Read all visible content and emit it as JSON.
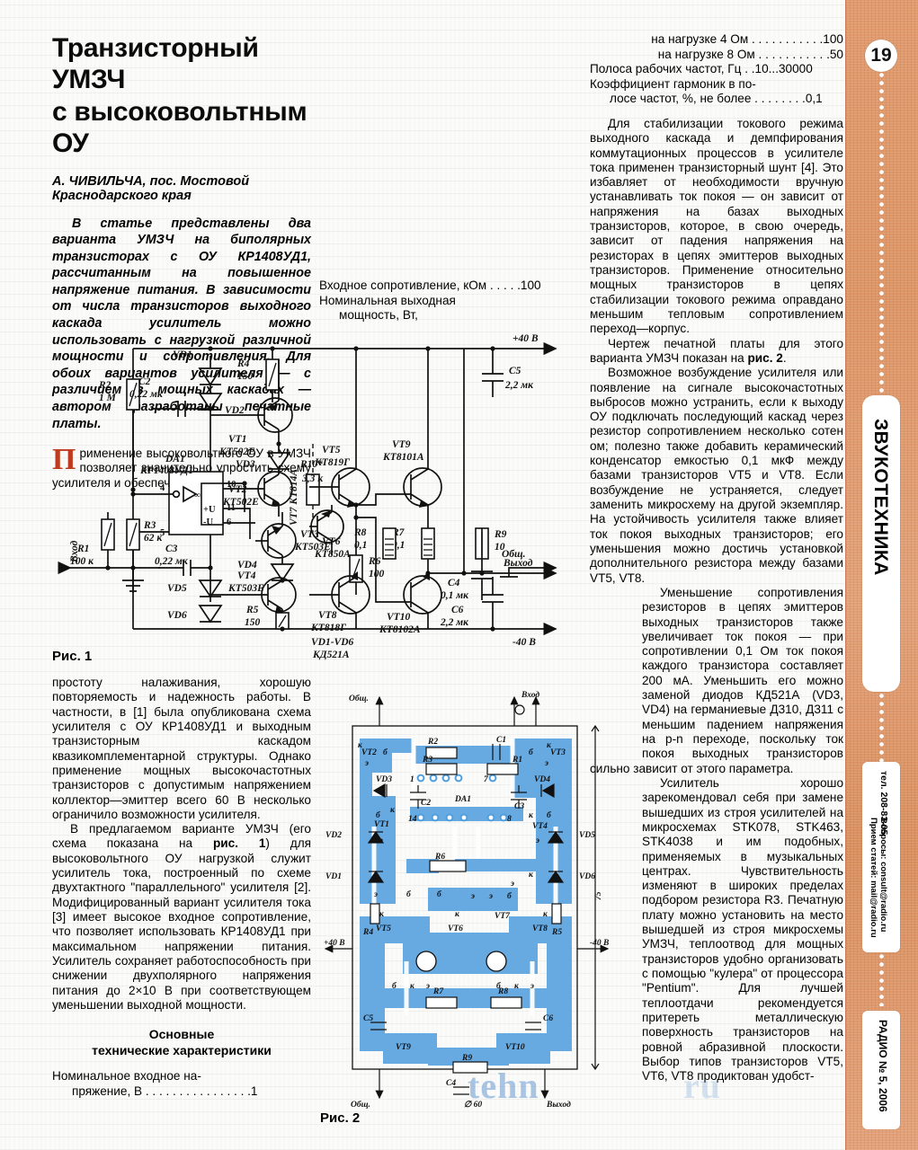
{
  "page": {
    "number": "19",
    "magazine_issue": "РАДИО № 5, 2006",
    "section": "ЗВУКОТЕХНИКА",
    "phone": "тел. 208-83-05",
    "submissions": "Прием статей: mail@radio.ru",
    "questions": "Вопросы: consult@radio.ru",
    "watermark": "tehn",
    "watermark2": "ru"
  },
  "article": {
    "title_line1": "Транзисторный УМЗЧ",
    "title_line2": "с высоковольтным ОУ",
    "byline": "А. ЧИВИЛЬЧА, пос. Мостовой Краснодарского края",
    "lead": "В статье представлены два варианта УМЗЧ на биполярных транзисторах с ОУ КР1408УД1, рассчитанным на повышенное напряжение питания. В зависимости от числа транзисторов выходного каскада усилитель можно использовать с нагрузкой различной мощности и сопротивления. Для обоих вариантов усилителя — с различием в мощных каскадах — автором разработаны печатные платы."
  },
  "left_column": {
    "dropcap": "П",
    "para1_rest": "рименение высоковольтного ОУ в УМЗЧ позволяет значительно упростить схему усилителя и обеспечить",
    "para2": "простоту налаживания, хорошую повторяемость и надежность работы. В частности, в [1] была опубликована схема усилителя с ОУ КР1408УД1 и выходным транзисторным каскадом квазикомплементарной структуры. Однако применение мощных высокочастотных транзисторов с допустимым напряжением коллектор—эмиттер всего 60 В несколько ограничило возможности усилителя.",
    "para3_a": "В предлагаемом варианте УМЗЧ (его схема показана на ",
    "para3_ref": "рис. 1",
    "para3_b": ") для высоковольтного ОУ нагрузкой служит усилитель тока, построенный по схеме двухтактного \"параллельного\" усилителя [2]. Модифицированный вариант усилителя тока [3] имеет высокое входное сопротивление, что позволяет использовать КР1408УД1 при максимальном напряжении питания. Усилитель сохраняет работоспособность при снижении двухполярного напряжения питания до 2×10 В при соответствующем уменьшении выходной мощности.",
    "specs_heading_line1": "Основные",
    "specs_heading_line2": "технические характеристики",
    "spec_first_line1": "Номинальное входное на-",
    "spec_first_line2": "пряжение, В . . . . . . . . . . . . . . . .1"
  },
  "mid_column": {
    "spec_line1": "Входное сопротивление, кОм  . . . . .100",
    "spec_line2": "Номинальная        выходная",
    "spec_line3": "мощность, Вт,"
  },
  "right_column": {
    "spec_line1": "на нагрузке 4 Ом . . . . . . . . . . .100",
    "spec_line2": "на нагрузке 8 Ом . . . . . . . . . . .50",
    "spec_line3": "Полоса рабочих частот, Гц  . .10...30000",
    "spec_line4": "Коэффициент гармоник в по-",
    "spec_line5": "лосе частот, %, не более  . . . . . . . .0,1",
    "para1": "Для стабилизации токового режима выходного каскада и демпфирования коммутационных процессов в усилителе тока применен транзисторный шунт [4]. Это избавляет от необходимости вручную устанавливать ток покоя — он зависит от напряжения на базах выходных транзисторов, которое, в свою очередь, зависит от падения напряжения на резисторах в цепях эмиттеров выходных транзисторов. Применение относительно мощных транзисторов в цепях стабилизации токового режима оправдано меньшим тепловым сопротивлением переход—корпус.",
    "para2_a": "Чертеж печатной платы для этого варианта УМЗЧ показан на ",
    "para2_ref": "рис. 2",
    "para2_b": ".",
    "para3": "Возможное возбуждение усилителя или появление на сигнале высокочастотных выбросов можно устранить, если к выходу ОУ подключать последующий каскад через резистор сопротивлением несколько сотен ом; полезно также добавить керамический конденсатор емкостью 0,1 мкФ между базами транзисторов VT5 и VT8. Если возбуждение не устраняется, следует заменить микросхему на другой экземпляр. На устойчивость усилителя также влияет ток покоя выходных транзисторов; его уменьшения можно достичь установкой дополнительного резистора между базами VT5, VT8.",
    "para4": "Уменьшение сопротивления резисторов в цепях эмиттеров выходных транзисторов также увеличивает ток покоя — при сопротивлении 0,1 Ом ток покоя каждого транзистора составляет 200 мА. Уменьшить его можно заменой диодов КД521А (VD3, VD4) на германиевые Д310, Д311 с меньшим падением напряжения на p-n переходе, поскольку ток покоя выходных транзисторов сильно зависит от этого параметра.",
    "para5": "Усилитель хорошо зарекомендовал себя при замене вышедших из строя усилителей на микросхемах STK078, STK463, STK4038 и им подобных, применяемых в музыкальных центрах. Чувствительность изменяют в широких пределах подбором резистора R3. Печатную плату можно установить на место вышедшей из строя микросхемы УМЗЧ, теплоотвод для мощных транзисторов удобно организовать с помощью \"кулера\" от процессора \"Pentium\". Для лучшей теплоотдачи рекомендуется притереть металлическую поверхность транзисторов на ровной абразивной плоскости. Выбор типов транзисторов VT5, VT6, VT8 продиктован удобст-"
  },
  "figures": {
    "fig1_caption": "Рис. 1",
    "fig2_caption": "Рис. 2"
  },
  "schematic": {
    "supply_pos": "+40 В",
    "supply_neg": "-40 В",
    "input_label": "Вход",
    "output_label": "Выход",
    "common_label": "Общ.",
    "ic": {
      "ref": "DA1",
      "type": "КР1408УД1",
      "pins": [
        "4",
        "5",
        "10",
        "11",
        "6"
      ],
      "plus": "+U",
      "minus": "-U",
      "gain": "∞"
    },
    "diode_note_line1": "VD1-VD6",
    "diode_note_line2": "КД521А",
    "components": [
      {
        "ref": "R1",
        "value": "100 к"
      },
      {
        "ref": "R2",
        "value": "1 М"
      },
      {
        "ref": "R3",
        "value": "62 к"
      },
      {
        "ref": "R4",
        "value": "150"
      },
      {
        "ref": "R5",
        "value": "150"
      },
      {
        "ref": "R6",
        "value": "100"
      },
      {
        "ref": "R7",
        "value": "0,1"
      },
      {
        "ref": "R8",
        "value": "0,1"
      },
      {
        "ref": "R9",
        "value": "10"
      },
      {
        "ref": "R10*",
        "value": "3,3 к"
      },
      {
        "ref": "C1",
        "value": "2,2 мк"
      },
      {
        "ref": "C2",
        "value": "0,22 мк"
      },
      {
        "ref": "C3",
        "value": "0,22 мк"
      },
      {
        "ref": "C4",
        "value": "0,1 мк"
      },
      {
        "ref": "C5",
        "value": "2,2 мк"
      },
      {
        "ref": "C6",
        "value": "2,2 мк"
      },
      {
        "ref": "VT1",
        "value": "КТ502Е"
      },
      {
        "ref": "VT2",
        "value": "КТ502Е"
      },
      {
        "ref": "VT3",
        "value": "КТ503Е"
      },
      {
        "ref": "VT4",
        "value": "КТ503Е"
      },
      {
        "ref": "VT5",
        "value": "КТ819Г"
      },
      {
        "ref": "VT6",
        "value": "КТ850А"
      },
      {
        "ref": "VT7",
        "value": "КТ814А"
      },
      {
        "ref": "VT8",
        "value": "КТ818Г"
      },
      {
        "ref": "VT9",
        "value": "КТ8101А"
      },
      {
        "ref": "VT10",
        "value": "КТ8102А"
      },
      {
        "ref": "VD1",
        "value": ""
      },
      {
        "ref": "VD2",
        "value": ""
      },
      {
        "ref": "VD3",
        "value": ""
      },
      {
        "ref": "VD4",
        "value": ""
      },
      {
        "ref": "VD5",
        "value": ""
      },
      {
        "ref": "VD6",
        "value": ""
      }
    ]
  },
  "pcb": {
    "dim_height": "75",
    "dim_hole": "∅ 60",
    "labels_top": [
      "Общ.",
      "Вход"
    ],
    "labels_bottom": [
      "Общ.",
      "Выход"
    ],
    "labels_left": [
      "VD2",
      "VD1",
      "R4",
      "+40 В"
    ],
    "labels_right": [
      "VD5",
      "VD6",
      "R5",
      "-40 В"
    ],
    "parts": [
      "R1",
      "R2",
      "R3",
      "R6",
      "R9",
      "R7",
      "R8",
      "C1",
      "C2",
      "C3",
      "C4",
      "C5",
      "C6",
      "DA1",
      "VT1",
      "VT2",
      "VT3",
      "VT4",
      "VT5",
      "VT6",
      "VT7",
      "VT8",
      "VT9",
      "VT10",
      "VD3",
      "VD4"
    ],
    "pin_numbers": [
      "1",
      "7",
      "14",
      "8"
    ],
    "terminal_letters": [
      "к",
      "б",
      "э"
    ]
  },
  "colors": {
    "spine": "#e09a6d",
    "dropcap": "#c03b1e",
    "pcb_trace": "#4f9ede",
    "ink": "#111111"
  }
}
